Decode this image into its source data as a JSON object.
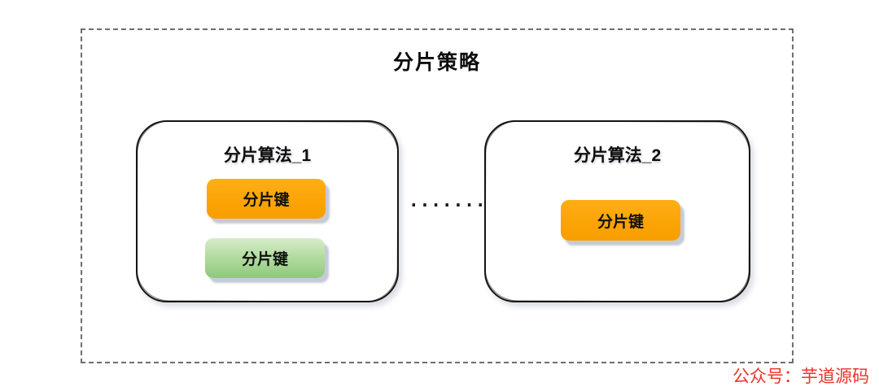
{
  "diagram": {
    "title": "分片策略",
    "ellipsis": ".......",
    "groups": [
      {
        "title": "分片算法_1",
        "keys": [
          {
            "label": "分片键",
            "variant": "orange"
          },
          {
            "label": "分片键",
            "variant": "green"
          }
        ]
      },
      {
        "title": "分片算法_2",
        "keys": [
          {
            "label": "分片键",
            "variant": "orange"
          }
        ]
      }
    ],
    "colors": {
      "key_orange": "#FBA304",
      "key_green_top": "#D6ECC9",
      "key_green_bottom": "#8FC87D",
      "box_border": "#141414",
      "frame_dash_gray": "#6E6E6E",
      "watermark_red": "#E8352B"
    }
  },
  "watermark": {
    "text": "公众号：芋道源码"
  }
}
